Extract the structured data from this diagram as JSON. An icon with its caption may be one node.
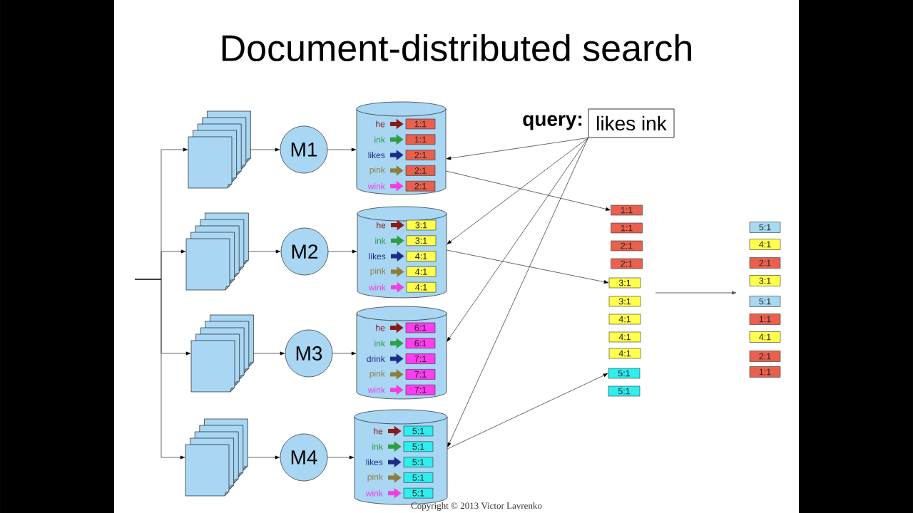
{
  "diagram": {
    "title": "Document-distributed search",
    "nodes": [
      {
        "text": [],
        "shape": "document"
      },
      {
        "text": [],
        "shape": "document"
      },
      {
        "text": [],
        "shape": "document"
      },
      {
        "text": [],
        "shape": "document"
      },
      {
        "text": [
          "M1"
        ]
      },
      {
        "text": [
          "M2"
        ]
      },
      {
        "text": [
          "M3"
        ]
      },
      {
        "text": [
          "M4"
        ]
      },
      {
        "text": [],
        "shape": "cylinder"
      },
      {
        "text": [
          "he"
        ],
        "in": 8
      },
      {
        "text": [
          "1:1"
        ],
        "in": 8
      },
      {
        "text": [
          "ink"
        ],
        "in": 8
      },
      {
        "text": [
          "1:1"
        ],
        "in": 8
      },
      {
        "text": [
          "likes"
        ],
        "in": 8
      },
      {
        "text": [
          "2:1"
        ],
        "in": 8
      },
      {
        "text": [
          "pink"
        ],
        "in": 8
      },
      {
        "text": [
          "2:1"
        ],
        "in": 8
      },
      {
        "text": [
          "wink"
        ],
        "in": 8
      },
      {
        "text": [
          "2:1"
        ],
        "in": 8
      },
      {
        "text": [],
        "shape": "cylinder"
      },
      {
        "text": [
          "he"
        ],
        "in": 19
      },
      {
        "text": [
          "3:1"
        ],
        "in": 19
      },
      {
        "text": [
          "ink"
        ],
        "in": 19
      },
      {
        "text": [
          "3:1"
        ],
        "in": 19
      },
      {
        "text": [
          "likes"
        ],
        "in": 19
      },
      {
        "text": [
          "4:1"
        ],
        "in": 19
      },
      {
        "text": [
          "pink"
        ],
        "in": 19
      },
      {
        "text": [
          "4:1"
        ],
        "in": 19
      },
      {
        "text": [
          "wink"
        ],
        "in": 19
      },
      {
        "text": [
          "4:1"
        ],
        "in": 19
      },
      {
        "text": [],
        "shape": "cylinder"
      },
      {
        "text": [
          "he"
        ],
        "in": 30
      },
      {
        "text": [
          "6:1"
        ],
        "in": 30
      },
      {
        "text": [
          "ink"
        ],
        "in": 30
      },
      {
        "text": [
          "6:1"
        ],
        "in": 30
      },
      {
        "text": [
          "drink"
        ],
        "in": 30
      },
      {
        "text": [
          "7:1"
        ],
        "in": 30
      },
      {
        "text": [
          "pink"
        ],
        "in": 30
      },
      {
        "text": [
          "7:1"
        ],
        "in": 30
      },
      {
        "text": [
          "wink"
        ],
        "in": 30
      },
      {
        "text": [
          "7:1"
        ],
        "in": 30
      },
      {
        "text": [],
        "shape": "cylinder"
      },
      {
        "text": [
          "he"
        ],
        "in": 41
      },
      {
        "text": [
          "5:1"
        ],
        "in": 41
      },
      {
        "text": [
          "ink"
        ],
        "in": 41
      },
      {
        "text": [
          "5:1"
        ],
        "in": 41
      },
      {
        "text": [
          "likes"
        ],
        "in": 41
      },
      {
        "text": [
          "5:1"
        ],
        "in": 41
      },
      {
        "text": [
          "pink"
        ],
        "in": 41
      },
      {
        "text": [
          "5:1"
        ],
        "in": 41
      },
      {
        "text": [
          "wink"
        ],
        "in": 41
      },
      {
        "text": [
          "5:1"
        ],
        "in": 41
      },
      {
        "text": [
          "query:",
          "likes ink"
        ]
      },
      {
        "text": [
          "1:1"
        ]
      },
      {
        "text": [
          "1:1"
        ]
      },
      {
        "text": [
          "2:1"
        ]
      },
      {
        "text": [
          "2:1"
        ]
      },
      {
        "text": [
          "3:1"
        ]
      },
      {
        "text": [
          "3:1"
        ]
      },
      {
        "text": [
          "4:1"
        ]
      },
      {
        "text": [
          "4:1"
        ]
      },
      {
        "text": [
          "4:1"
        ]
      },
      {
        "text": [
          "5:1"
        ]
      },
      {
        "text": [
          "5:1"
        ]
      },
      {
        "text": [
          "5:1"
        ]
      },
      {
        "text": [
          "4:1"
        ]
      },
      {
        "text": [
          "2:1"
        ]
      },
      {
        "text": [
          "3:1"
        ]
      },
      {
        "text": [
          "5:1"
        ]
      },
      {
        "text": [
          "1:1"
        ]
      },
      {
        "text": [
          "4:1"
        ]
      },
      {
        "text": [
          "2:1"
        ]
      },
      {
        "text": [
          "1:1"
        ]
      }
    ],
    "edges": [
      {
        "from": null,
        "to": 0,
        "arrow": "to"
      },
      {
        "from": null,
        "to": 1,
        "arrow": "to"
      },
      {
        "from": null,
        "to": 2,
        "arrow": "to"
      },
      {
        "from": null,
        "to": 3,
        "arrow": "to"
      },
      {
        "from": 0,
        "to": 4,
        "arrow": "to"
      },
      {
        "from": 1,
        "to": 5,
        "arrow": "to"
      },
      {
        "from": 2,
        "to": 6,
        "arrow": "to"
      },
      {
        "from": 3,
        "to": 7,
        "arrow": "to"
      },
      {
        "from": 4,
        "to": 8,
        "arrow": "to"
      },
      {
        "from": 5,
        "to": 19,
        "arrow": "to"
      },
      {
        "from": 6,
        "to": 30,
        "arrow": "to"
      },
      {
        "from": 7,
        "to": 41,
        "arrow": "to"
      },
      {
        "from": 9,
        "to": 10,
        "arrow": "to",
        "color": "#8b1a1a"
      },
      {
        "from": 11,
        "to": 12,
        "arrow": "to",
        "color": "#2e9e44"
      },
      {
        "from": 13,
        "to": 14,
        "arrow": "to",
        "color": "#1b2d87"
      },
      {
        "from": 15,
        "to": 16,
        "arrow": "to",
        "color": "#8c7e3e"
      },
      {
        "from": 17,
        "to": 18,
        "arrow": "to",
        "color": "#f23ee2"
      },
      {
        "from": 20,
        "to": 21,
        "arrow": "to",
        "color": "#8b1a1a"
      },
      {
        "from": 22,
        "to": 23,
        "arrow": "to",
        "color": "#2e9e44"
      },
      {
        "from": 24,
        "to": 25,
        "arrow": "to",
        "color": "#1b2d87"
      },
      {
        "from": 26,
        "to": 27,
        "arrow": "to",
        "color": "#8c7e3e"
      },
      {
        "from": 28,
        "to": 29,
        "arrow": "to",
        "color": "#f23ee2"
      },
      {
        "from": 31,
        "to": 32,
        "arrow": "to",
        "color": "#8b1a1a"
      },
      {
        "from": 33,
        "to": 34,
        "arrow": "to",
        "color": "#2e9e44"
      },
      {
        "from": 35,
        "to": 36,
        "arrow": "to",
        "color": "#1b2d87"
      },
      {
        "from": 37,
        "to": 38,
        "arrow": "to",
        "color": "#8c7e3e"
      },
      {
        "from": 39,
        "to": 40,
        "arrow": "to",
        "color": "#f23ee2"
      },
      {
        "from": 42,
        "to": 43,
        "arrow": "to",
        "color": "#8b1a1a"
      },
      {
        "from": 44,
        "to": 45,
        "arrow": "to",
        "color": "#2e9e44"
      },
      {
        "from": 46,
        "to": 47,
        "arrow": "to",
        "color": "#1b2d87"
      },
      {
        "from": 48,
        "to": 49,
        "arrow": "to",
        "color": "#8c7e3e"
      },
      {
        "from": 50,
        "to": 51,
        "arrow": "to",
        "color": "#f23ee2"
      },
      {
        "from": 52,
        "to": 8,
        "arrow": "to"
      },
      {
        "from": 52,
        "to": 19,
        "arrow": "to"
      },
      {
        "from": 52,
        "to": 30,
        "arrow": "to"
      },
      {
        "from": 52,
        "to": 41,
        "arrow": "to"
      },
      {
        "from": 8,
        "to": 53,
        "arrow": "to"
      },
      {
        "from": 19,
        "to": 57,
        "arrow": "to"
      },
      {
        "from": 41,
        "to": 62,
        "arrow": "to"
      }
    ],
    "labels": [
      "Copyright © 2013 Victor Lavrenko"
    ]
  }
}
